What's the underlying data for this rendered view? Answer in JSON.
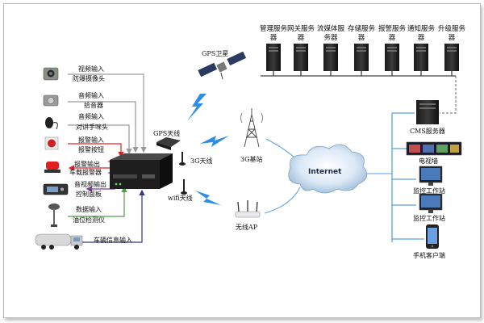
{
  "servers": [
    {
      "label": "管理服务器"
    },
    {
      "label": "网关服务器"
    },
    {
      "label": "流媒体服务器"
    },
    {
      "label": "存储服务器"
    },
    {
      "label": "报警服务器"
    },
    {
      "label": "通知服务器"
    },
    {
      "label": "升级服务器"
    }
  ],
  "inputs": {
    "video_in": "视频输入",
    "camera": "防爆摄像头",
    "audio_in_1": "音频输入",
    "pickup": "拾音器",
    "audio_in_2": "音频输入",
    "handset_mic": "对讲手咪头",
    "alarm_in": "报警输入",
    "alarm_button": "报警按钮",
    "alarm_out": "报警输出",
    "vehicle_alarm": "车载报警器",
    "av_out": "音视频输出",
    "control_panel": "控制面板",
    "data_in": "数据输入",
    "oil_detector": "油位检测仪",
    "vehicle_info": "车辆信息输入"
  },
  "network": {
    "gps_satellite": "GPS卫星",
    "gps_antenna": "GPS天线",
    "antenna_3g": "3G天线",
    "wifi_antenna": "wifi天线",
    "base_station_3g": "3G基站",
    "internet": "Internet",
    "wireless_ap": "无线AP"
  },
  "clients": {
    "cms_server": "CMS服务器",
    "tv_wall": "电视墙",
    "workstation_1": "监控工作站",
    "workstation_2": "监控工作站",
    "mobile_client": "手机客户端"
  },
  "colors": {
    "arrow_gray": "#9a9a9a",
    "arrow_red": "#e02020",
    "arrow_purple": "#7a3aa0",
    "arrow_green": "#4aa040",
    "arrow_blue": "#2a3a8a",
    "signal_blue": "#2e8ee6",
    "network_line": "#5aa0e0"
  }
}
